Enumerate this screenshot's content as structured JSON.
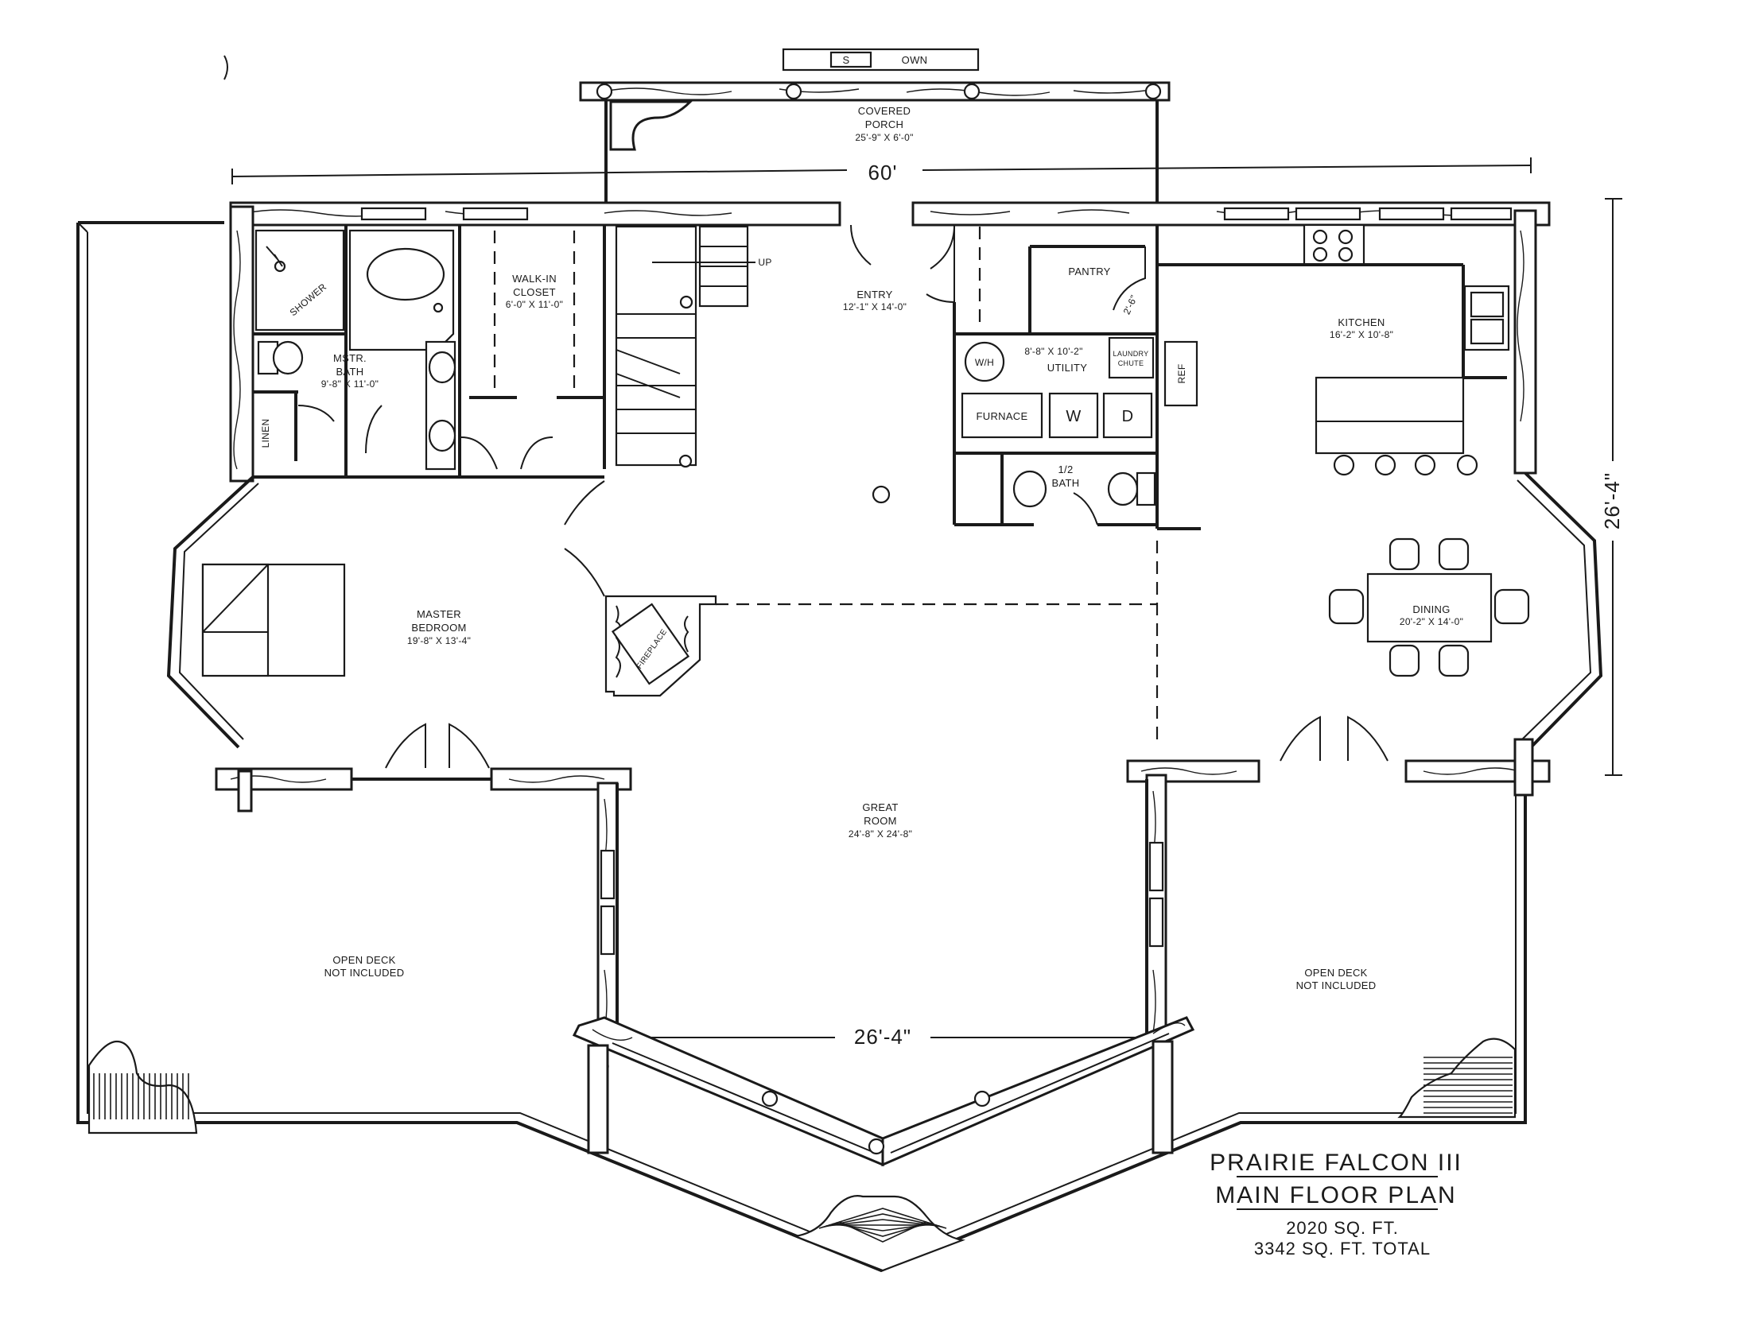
{
  "stair_label": "S",
  "stair_label_b": "OWN",
  "covered_porch": {
    "name_1": "COVERED",
    "name_2": "PORCH",
    "size": "25'-9\" X 6'-0\""
  },
  "overall_width": "60'",
  "overall_depth": "26'-4\"",
  "great_room_width": "26'-4\"",
  "rooms": {
    "shower": "SHOWER",
    "mstr_bath_1": "MSTR.",
    "mstr_bath_2": "BATH",
    "mstr_bath_size": "9'-8\" X 11'-0\"",
    "linen": "LINEN",
    "walkin_1": "WALK-IN",
    "walkin_2": "CLOSET",
    "walkin_size": "6'-0\" X 11'-0\"",
    "up": "UP",
    "entry": "ENTRY",
    "entry_size": "12'-1\" X 14'-0\"",
    "pantry": "PANTRY",
    "pantry_door": "2'-6\"",
    "wh": "W/H",
    "utility_size": "8'-8\" X 10'-2\"",
    "utility": "UTILITY",
    "laundry_1": "LAUNDRY",
    "laundry_2": "CHUTE",
    "ref": "REF",
    "furnace": "FURNACE",
    "washer": "W",
    "dryer": "D",
    "half_bath_1": "1/2",
    "half_bath_2": "BATH",
    "kitchen": "KITCHEN",
    "kitchen_size": "16'-2\" X 10'-8\"",
    "dining": "DINING",
    "dining_size": "20'-2\" X 14'-0\"",
    "master_1": "MASTER",
    "master_2": "BEDROOM",
    "master_size": "19'-8\" X 13'-4\"",
    "fireplace": "FIREPLACE",
    "great_1": "GREAT",
    "great_2": "ROOM",
    "great_size": "24'-8\" X 24'-8\"",
    "deck_l_1": "OPEN DECK",
    "deck_l_2": "NOT INCLUDED",
    "deck_r_1": "OPEN DECK",
    "deck_r_2": "NOT INCLUDED"
  },
  "title": {
    "name": "PRAIRIE FALCON III",
    "subtitle": "MAIN FLOOR PLAN",
    "main_sqft": "2020 SQ. FT.",
    "total_sqft": "3342 SQ. FT. TOTAL"
  }
}
